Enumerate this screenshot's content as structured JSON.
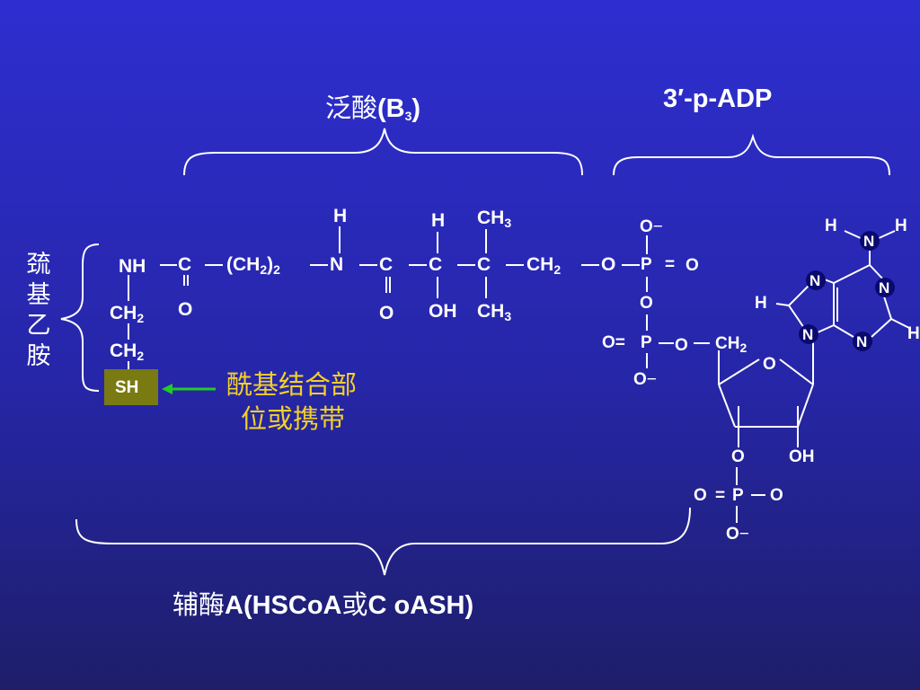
{
  "labels": {
    "pantothenic_cn": "泛酸",
    "pantothenic_code": "(B",
    "pantothenic_sub": "3",
    "pantothenic_close": ")",
    "adp": "3′-p-ADP",
    "cysteamine_chars": [
      "巯",
      "基",
      "乙",
      "胺"
    ],
    "acyl_line1": "酰基结合部",
    "acyl_line2": "位或携带",
    "coa_cn1": "辅酶",
    "coa_a": "A(HSCoA",
    "coa_cn2": "或",
    "coa_end": "C oASH)"
  },
  "atoms": {
    "nh": "NH",
    "c": "C",
    "o": "O",
    "ch2_main": "(CH",
    "ch2_sub": "2",
    "ch2_close": ")",
    "ch2_sub2": "2",
    "n": "N",
    "h": "H",
    "oh": "OH",
    "ch": "CH",
    "sub2": "2",
    "sub3": "3",
    "p": "P",
    "eq": "=",
    "o_eq": "O=",
    "o_minus": "O",
    "minus": "−",
    "sh": "SH"
  },
  "colors": {
    "background_top": "#2e2ed0",
    "background_bottom": "#1e1e6a",
    "text": "#ffffff",
    "highlight_text": "#f2d028",
    "sh_box": "#7a7a12",
    "arrow": "#22cc22",
    "ring_atom_circle": "#0a0a6e"
  }
}
